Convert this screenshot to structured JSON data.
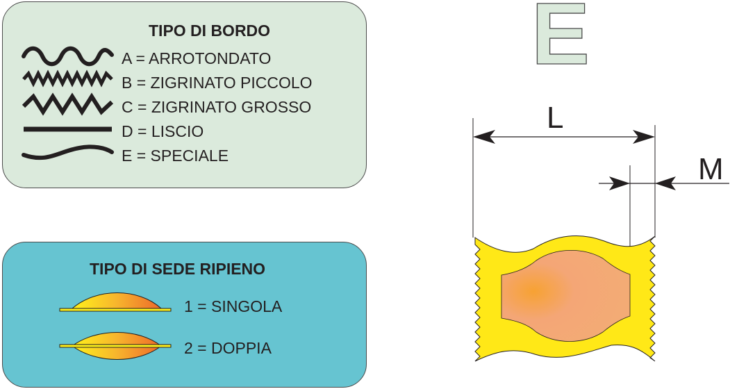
{
  "bordo": {
    "title": "TIPO DI BORDO",
    "items": [
      {
        "label": "A = ARROTONDATO",
        "icon": "wavy-border-icon"
      },
      {
        "label": "B = ZIGRINATO PICCOLO",
        "icon": "small-zigzag-border-icon"
      },
      {
        "label": "C = ZIGRINATO GROSSO",
        "icon": "large-zigzag-border-icon"
      },
      {
        "label": "D = LISCIO",
        "icon": "straight-border-icon"
      },
      {
        "label": "E = SPECIALE",
        "icon": "curved-border-icon"
      }
    ]
  },
  "sede": {
    "title": "TIPO DI SEDE RIPIENO",
    "items": [
      {
        "label": "1 = SINGOLA",
        "icon": "single-filling-icon"
      },
      {
        "label": "2 = DOPPIA",
        "icon": "double-filling-icon"
      }
    ]
  },
  "selected_type": "E",
  "dimensions": {
    "length": "L",
    "margin": "M"
  },
  "colors": {
    "panel_bordo": "#dbeadc",
    "panel_sede": "#66c4d1",
    "pasta_yellow": "#ffe817",
    "filling_orange": "#f4a676"
  }
}
